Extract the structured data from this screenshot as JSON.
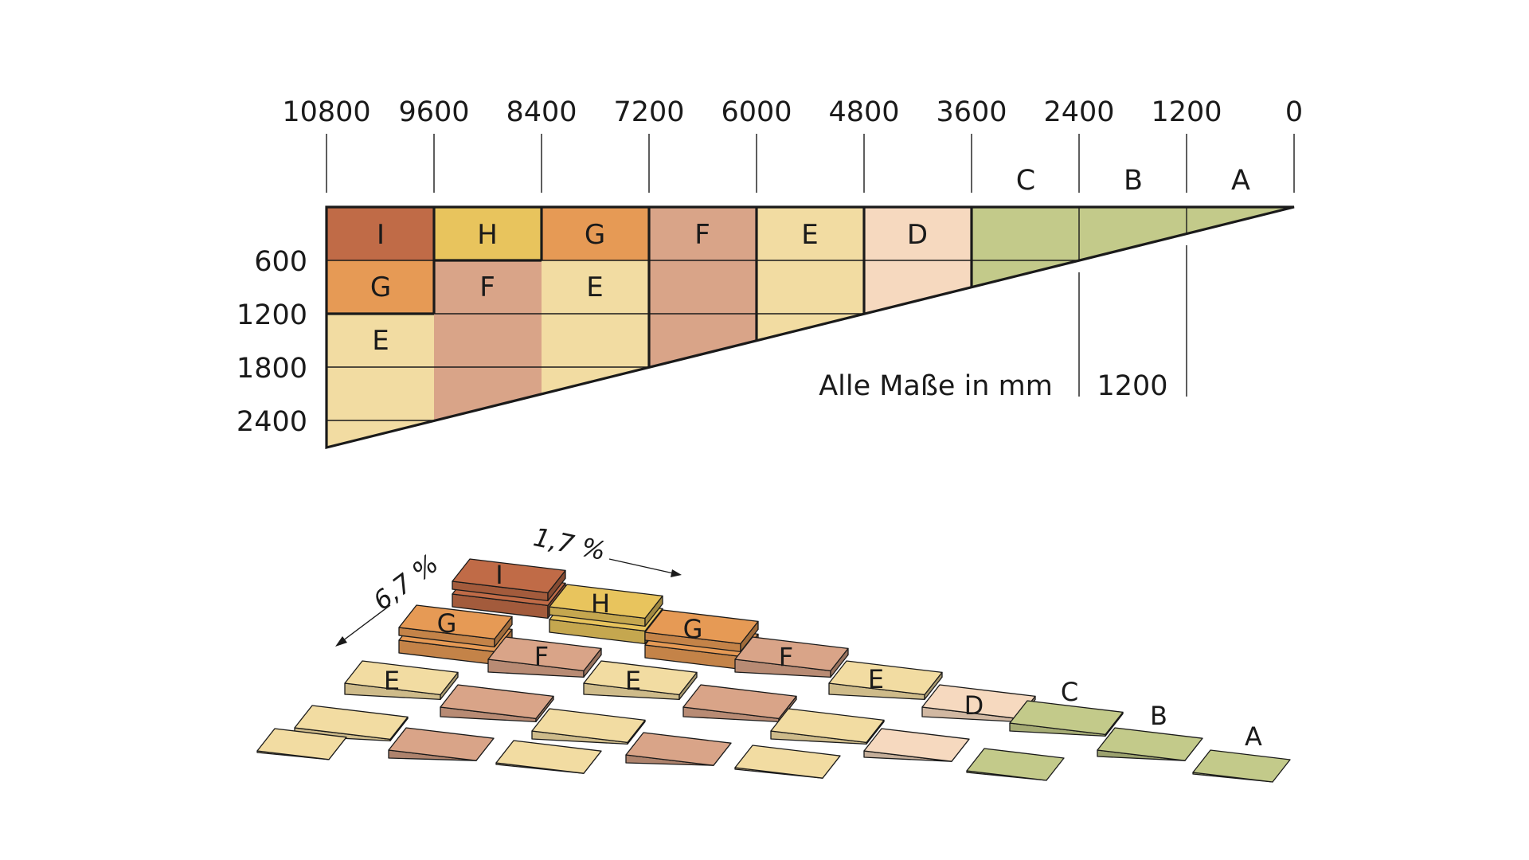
{
  "top_axis_ticks": [
    "10800",
    "9600",
    "8400",
    "7200",
    "6000",
    "4800",
    "3600",
    "2400",
    "1200",
    "0"
  ],
  "left_axis_ticks": [
    "600",
    "1200",
    "1800",
    "2400"
  ],
  "zone_labels_top": [
    "C",
    "B",
    "A"
  ],
  "plan_cells": {
    "row1": [
      "I",
      "H",
      "G",
      "F",
      "E",
      "D"
    ],
    "row2": [
      "G",
      "F",
      "E"
    ],
    "row3": [
      "E"
    ]
  },
  "note": "Alle Maße in mm",
  "dimension_label": "1200",
  "slopes": {
    "main": "6,7 %",
    "cross": "1,7 %"
  },
  "iso_blocks": {
    "row1": [
      "I",
      "H",
      "G",
      "F",
      "E",
      "D",
      "C",
      "B",
      "A"
    ],
    "row2": [
      "G",
      "F",
      "E"
    ],
    "row3": [
      "E"
    ]
  },
  "colors": {
    "I": "#c06b47",
    "H": "#e8c45d",
    "G": "#e69a55",
    "F": "#d9a488",
    "E": "#f2dca2",
    "D": "#f6d9bf",
    "green": "#c3ca8a"
  }
}
